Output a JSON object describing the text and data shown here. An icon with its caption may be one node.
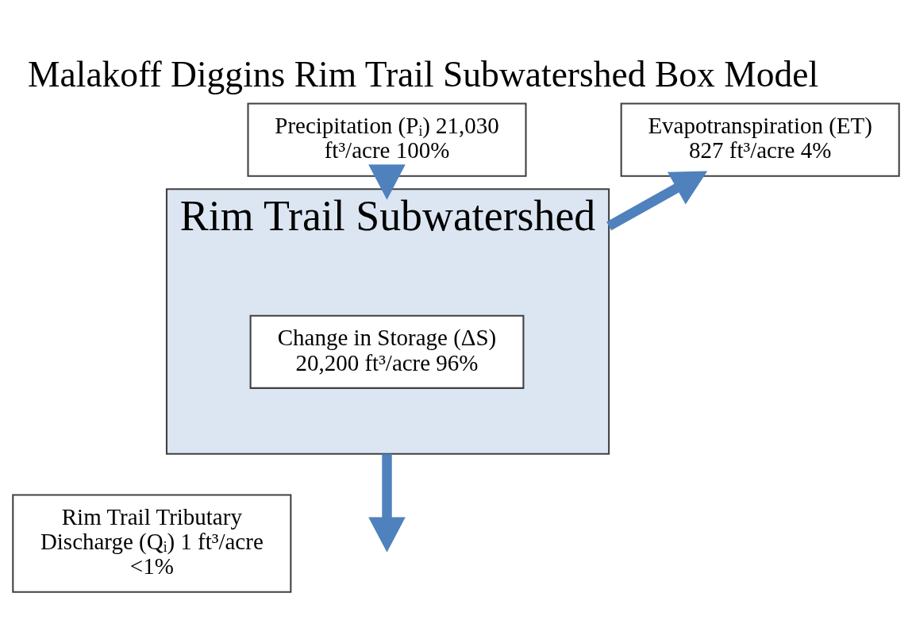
{
  "diagram": {
    "title": "Malakoff Diggins Rim Trail Subwatershed Box Model",
    "nodes": [
      {
        "text": [
          "Precipitation (Pᵢ) 21,030 ft³/acre 100%"
        ]
      },
      {
        "text": [
          "Evapotranspiration (ET) 827 ft³/acre 4%"
        ]
      },
      {
        "text": [
          "Rim Trail Subwatershed"
        ]
      },
      {
        "text": [
          "Change in Storage (ΔS) 20,200 ft³/acre 96%"
        ],
        "in": 2
      },
      {
        "text": [
          "Rim Trail Tributary Discharge (Qᵢ) 1 ft³/acre <1%"
        ]
      }
    ],
    "edges": [
      {
        "from": 0,
        "to": 2,
        "arrow": "to"
      },
      {
        "from": 2,
        "to": 1,
        "arrow": "to"
      },
      {
        "from": 2,
        "to": null,
        "arrow": "to"
      }
    ]
  }
}
